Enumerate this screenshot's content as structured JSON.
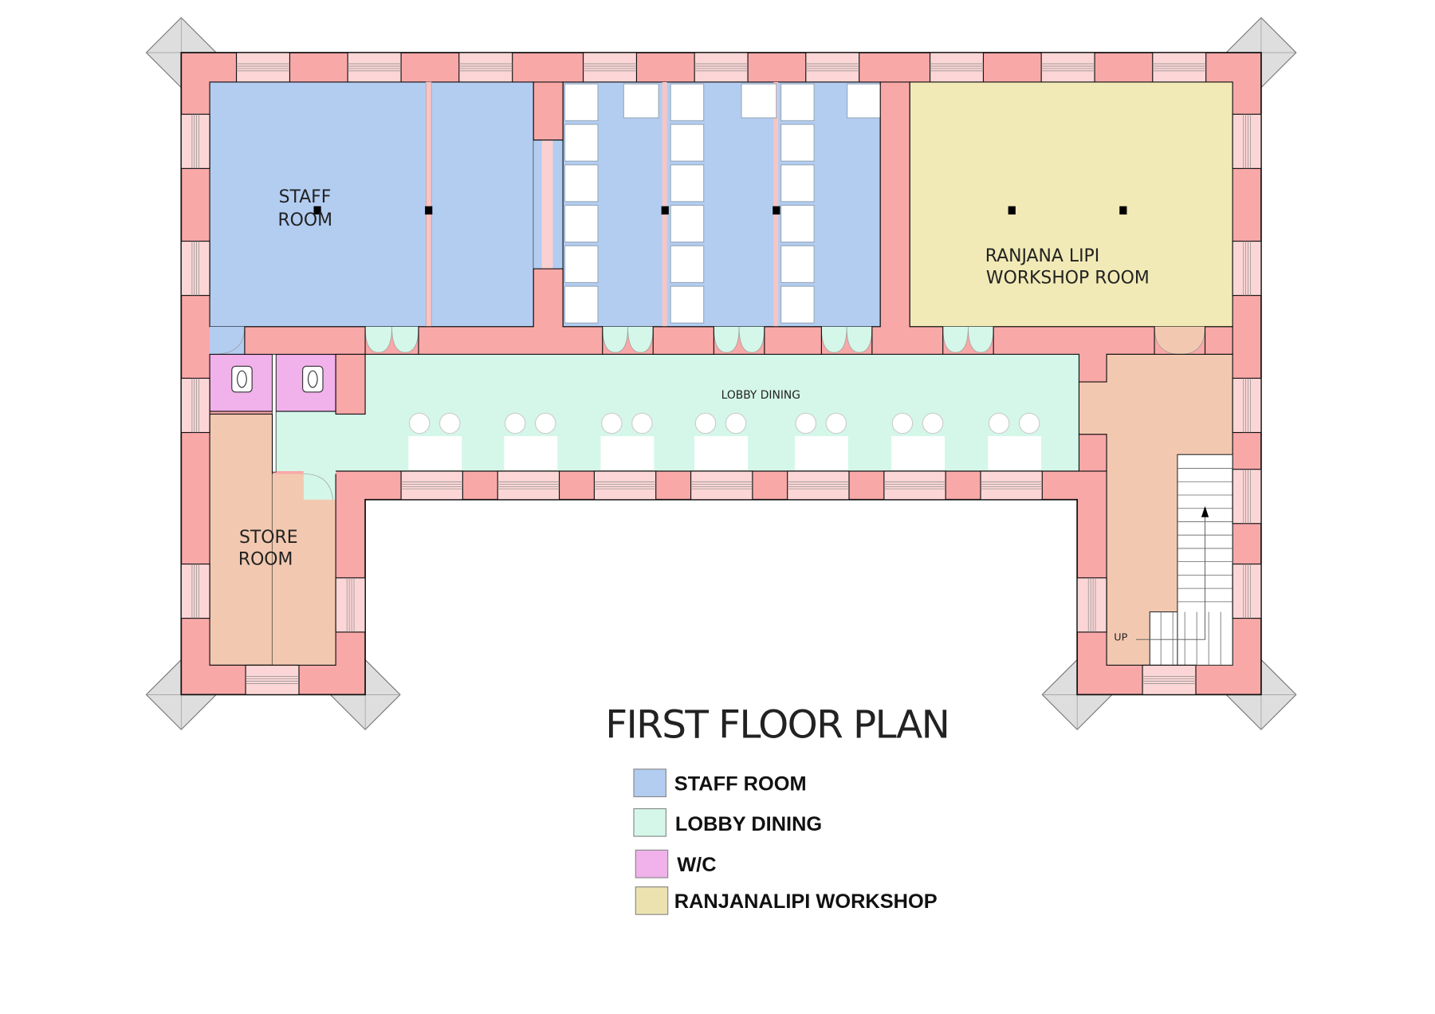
{
  "title": "FIRST FLOOR PLAN",
  "rooms": {
    "staff_room_line1": "STAFF",
    "staff_room_line2": "ROOM",
    "workshop_line1": "RANJANA LIPI",
    "workshop_line2": "WORKSHOP ROOM",
    "lobby": "LOBBY DINING",
    "store_line1": "STORE",
    "store_line2": "ROOM",
    "stair_up": "UP"
  },
  "legend": [
    {
      "label": "STAFF ROOM",
      "color": "#b3cdf1"
    },
    {
      "label": "LOBBY DINING",
      "color": "#d4f7e9"
    },
    {
      "label": "W/C",
      "color": "#f1b1ea"
    },
    {
      "label": "RANJANALIPI WORKSHOP",
      "color": "#ebe2b0"
    }
  ],
  "colors": {
    "wall": "#f9a8a8",
    "staff": "#b3cdf1",
    "lobby": "#d4f7e9",
    "wc": "#f1b1ea",
    "workshop": "#f2eab6",
    "store": "#f2c9b0"
  }
}
